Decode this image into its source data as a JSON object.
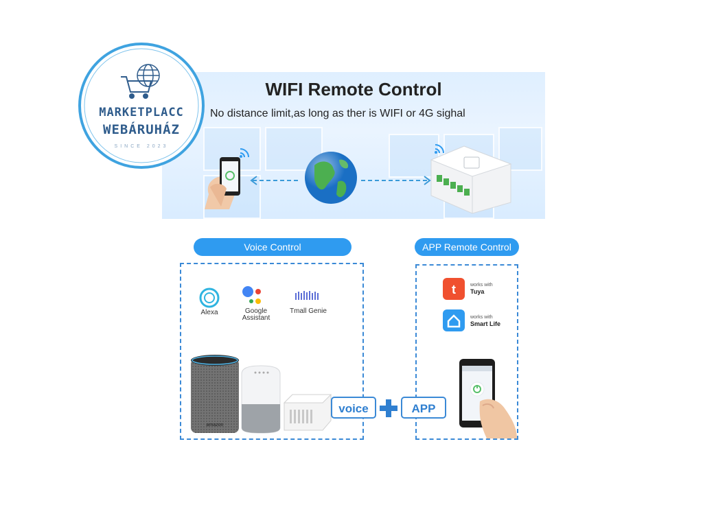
{
  "banner": {
    "title": "WIFI Remote Control",
    "subtitle": "No distance limit,as long as ther is WIFI or 4G sighal"
  },
  "logo": {
    "line1": "MARKETPLACC",
    "line2": "WEBÁRUHÁZ",
    "since": "SINCE 2023"
  },
  "sections": {
    "voice_title": "Voice Control",
    "app_title": "APP Remote Control"
  },
  "assistants": [
    {
      "label": "Alexa",
      "icon": "alexa-icon"
    },
    {
      "label": "Google\nAssistant",
      "icon": "google-assistant-icon"
    },
    {
      "label": "Tmall Genie",
      "icon": "tmall-genie-icon"
    }
  ],
  "apps": [
    {
      "works_with": "works with",
      "name": "Tuya",
      "icon": "tuya-icon",
      "color": "#f0502f"
    },
    {
      "works_with": "works with",
      "name": "Smart Life",
      "icon": "smart-life-icon",
      "color": "#2f9bf0"
    }
  ],
  "tags": {
    "voice": "voice",
    "app": "APP"
  },
  "speaker_brand": "amazon",
  "colors": {
    "accent": "#2f9bf0",
    "dash": "#3a89d6"
  }
}
